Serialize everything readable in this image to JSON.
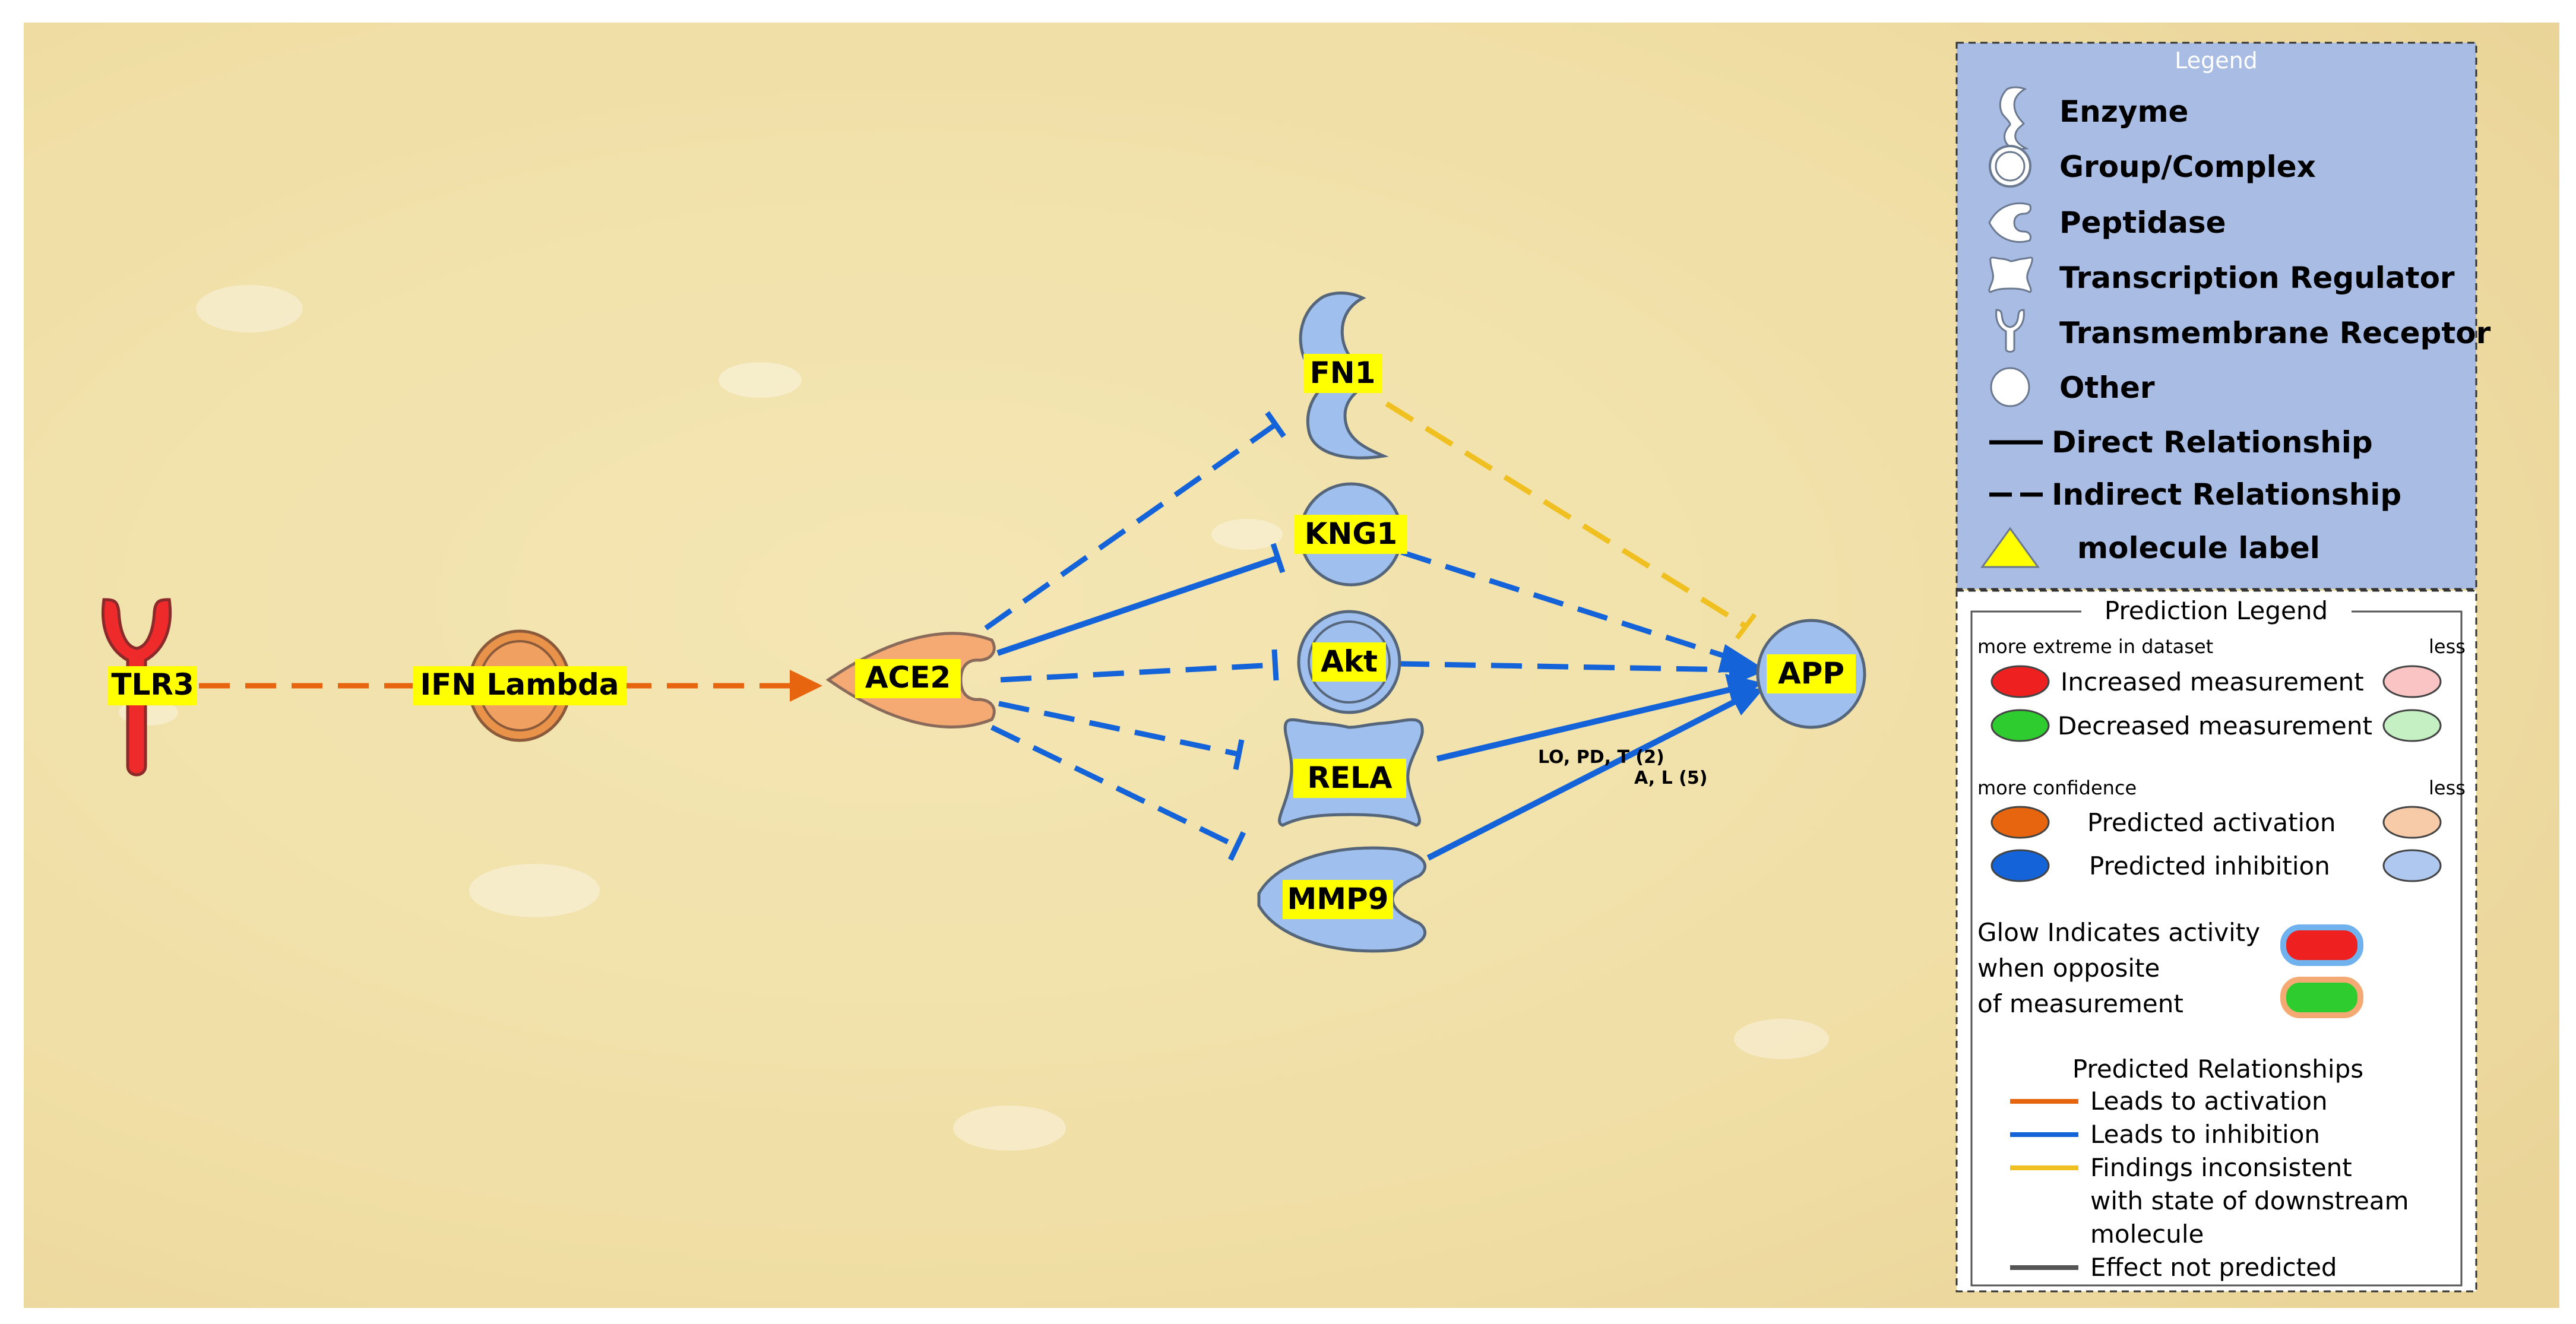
{
  "network": {
    "nodes": {
      "tlr3": "TLR3",
      "ifn_lambda": "IFN Lambda",
      "ace2": "ACE2",
      "fn1": "FN1",
      "kng1": "KNG1",
      "akt": "Akt",
      "rela": "RELA",
      "mmp9": "MMP9",
      "app": "APP"
    },
    "edge_labels": {
      "rela_app": "LO, PD, T (2)",
      "mmp9_app": "A, L (5)"
    }
  },
  "legend": {
    "title": "Legend",
    "items": [
      {
        "icon": "enzyme-icon",
        "label": "Enzyme"
      },
      {
        "icon": "group-complex-icon",
        "label": "Group/Complex"
      },
      {
        "icon": "peptidase-icon",
        "label": "Peptidase"
      },
      {
        "icon": "transcription-regulator-icon",
        "label": "Transcription Regulator"
      },
      {
        "icon": "transmembrane-receptor-icon",
        "label": "Transmembrane Receptor"
      },
      {
        "icon": "other-icon",
        "label": "Other"
      },
      {
        "icon": "solid-line-icon",
        "label": "Direct Relationship"
      },
      {
        "icon": "dashed-line-icon",
        "label": "Indirect Relationship"
      },
      {
        "icon": "triangle-icon",
        "label": "molecule label"
      }
    ]
  },
  "prediction_legend": {
    "title": "Prediction Legend",
    "dataset_header": "more extreme in dataset",
    "less_1": "less",
    "increased": "Increased measurement",
    "decreased": "Decreased measurement",
    "confidence_header": "more confidence",
    "less_2": "less",
    "activation": "Predicted activation",
    "inhibition": "Predicted inhibition",
    "glow_line1": "Glow Indicates activity",
    "glow_line2": "when opposite",
    "glow_line3": "of measurement",
    "relationships_title": "Predicted Relationships",
    "rel_activation": "Leads to activation",
    "rel_inhibition": "Leads to inhibition",
    "rel_inconsistent_1": "Findings inconsistent",
    "rel_inconsistent_2": "with state of downstream",
    "rel_inconsistent_3": "molecule",
    "rel_not_predicted": "Effect not predicted"
  },
  "colors": {
    "activation": "#e8650f",
    "inhibition": "#1463d8",
    "inconsistent": "#f0c020",
    "not_predicted": "#555555",
    "increased": "#ee2020",
    "decreased": "#2ecc2e",
    "label_bg": "#ffff00",
    "legend_bg": "#a9bce3",
    "node_blue": "#9fbfee",
    "node_orange": "#f4aa72"
  }
}
